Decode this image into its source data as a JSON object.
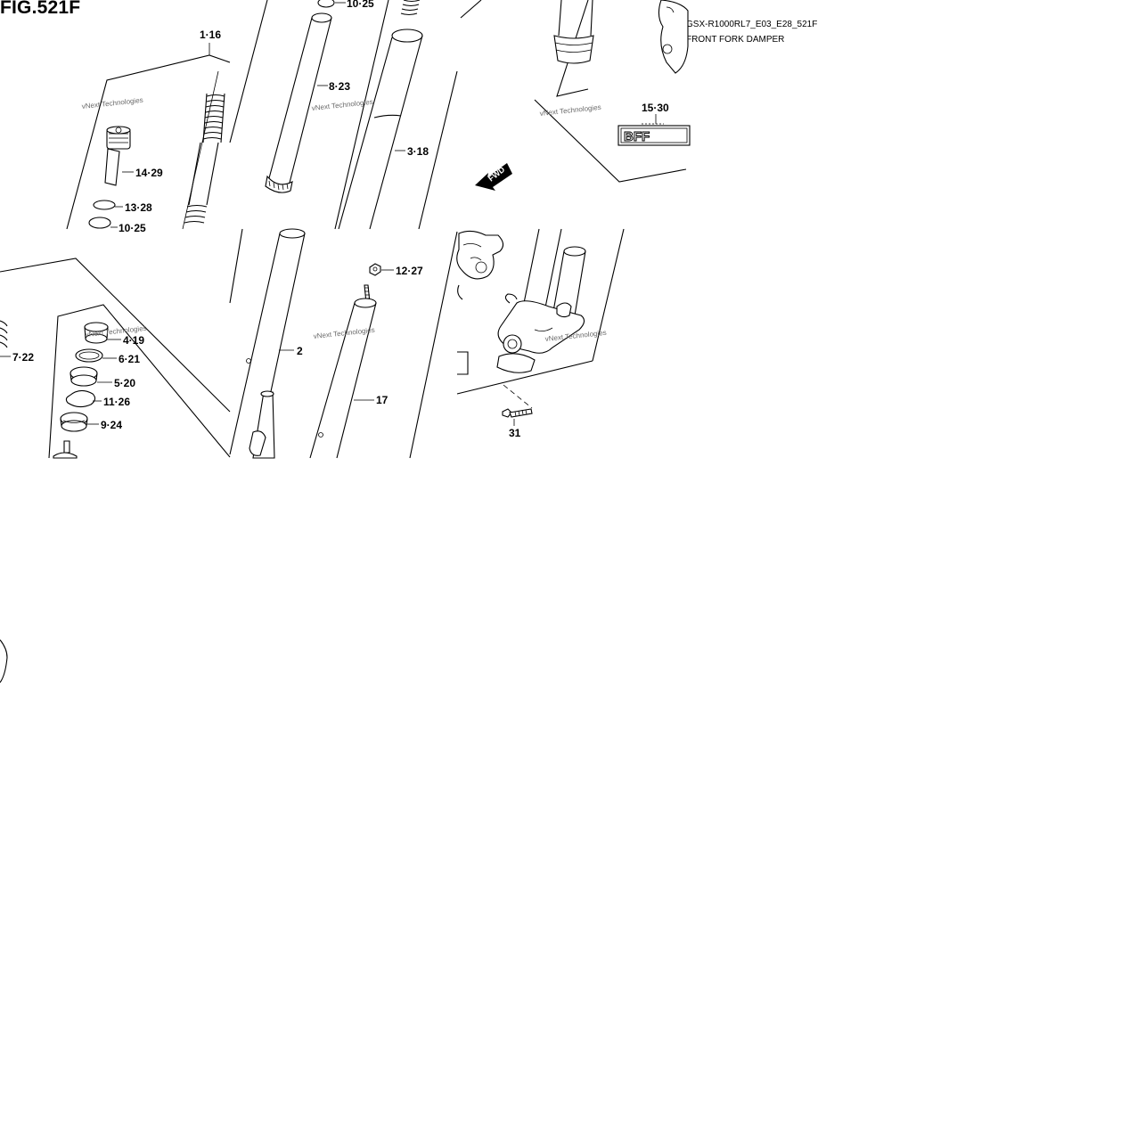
{
  "figure": {
    "title": "FIG.521F",
    "model_code": "GSX-R1000RL7_E03_E28_521F",
    "description": "FRONT FORK DAMPER"
  },
  "watermark": "vNext Technologies",
  "fwd_label": "FWD",
  "bff_label": "BFF",
  "callouts": [
    {
      "id": "c-1-16",
      "label": "1·16"
    },
    {
      "id": "c-10-25a",
      "label": "10·25"
    },
    {
      "id": "c-8-23",
      "label": "8·23"
    },
    {
      "id": "c-3-18",
      "label": "3·18"
    },
    {
      "id": "c-14-29",
      "label": "14·29"
    },
    {
      "id": "c-13-28",
      "label": "13·28"
    },
    {
      "id": "c-10-25b",
      "label": "10·25"
    },
    {
      "id": "c-15-30",
      "label": "15·30"
    },
    {
      "id": "c-12-27",
      "label": "12·27"
    },
    {
      "id": "c-4-19",
      "label": "4·19"
    },
    {
      "id": "c-7-22",
      "label": "7·22"
    },
    {
      "id": "c-6-21",
      "label": "6·21"
    },
    {
      "id": "c-5-20",
      "label": "5·20"
    },
    {
      "id": "c-11-26",
      "label": "11·26"
    },
    {
      "id": "c-9-24",
      "label": "9·24"
    },
    {
      "id": "c-2",
      "label": "2"
    },
    {
      "id": "c-17",
      "label": "17"
    },
    {
      "id": "c-31",
      "label": "31"
    }
  ]
}
